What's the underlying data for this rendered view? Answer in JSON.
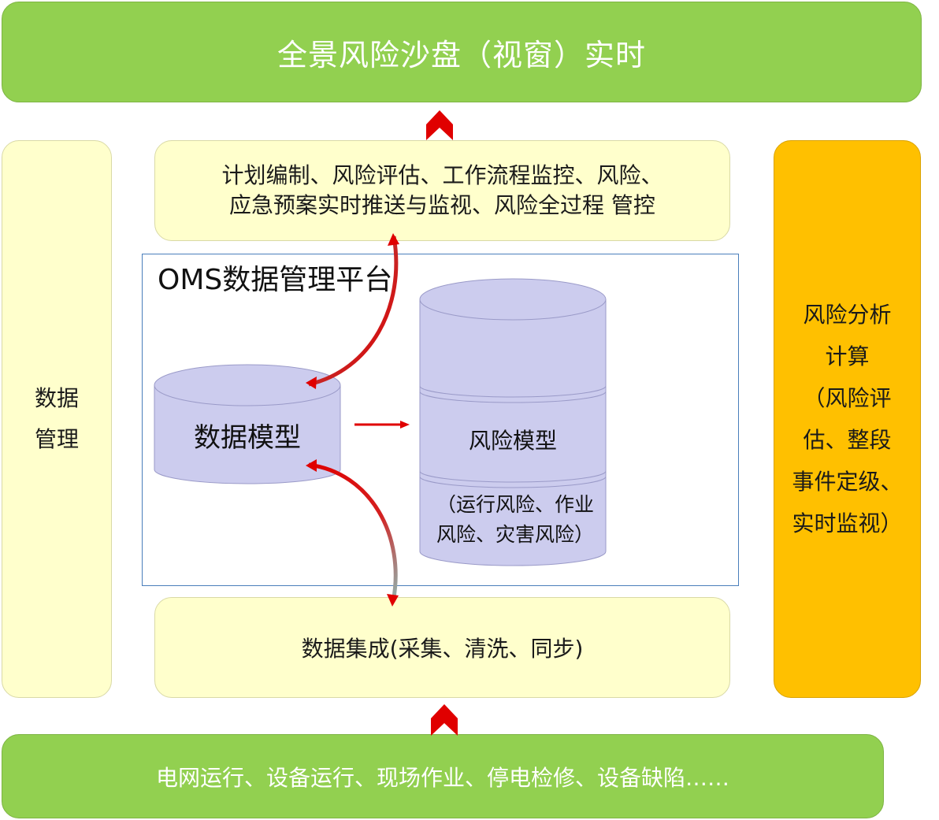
{
  "top_banner": "全景风险沙盘（视窗）实时",
  "top_middle": "计划编制、风险评估、工作流程监控、风险、\n应急预案实时推送与监视、风险全过程 管控",
  "platform_title": "OMS数据管理平台",
  "data_model": "数据模型",
  "risk_model": "风险模型",
  "risk_model_sub": "（运行风险、作业\n风险、灾害风险）",
  "bottom_middle": "数据集成(采集、清洗、同步)",
  "left_panel": "数据\n管理",
  "right_panel": "风险分析\n计算\n（风险评\n估、整段\n事件定级、\n实时监视）",
  "bottom_banner": "电网运行、设备运行、现场作业、停电检修、设备缺陷……",
  "colors": {
    "green": "#92d050",
    "pale_yellow": "#ffffcc",
    "orange": "#ffc000",
    "cylinder": "#ccccee",
    "red_arrow": "#e00000",
    "frame_blue": "#4a7ebb"
  }
}
